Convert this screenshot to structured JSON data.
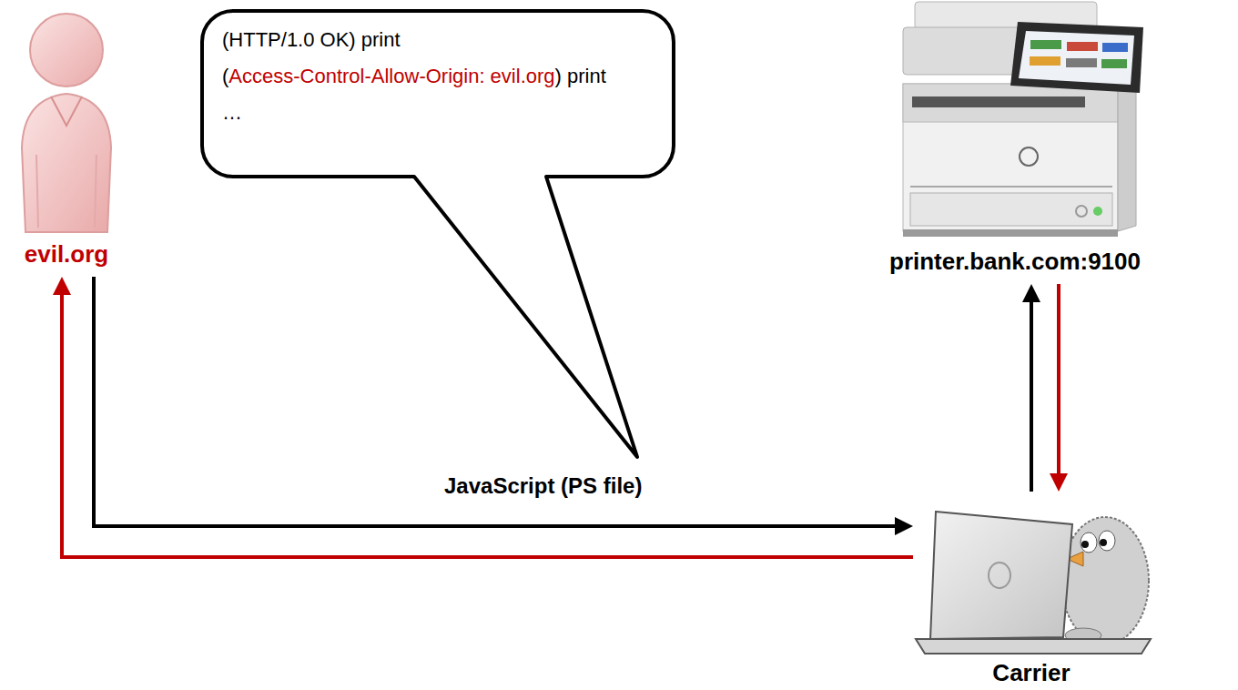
{
  "diagram": {
    "nodes": [
      {
        "text": [
          "evil.org"
        ]
      },
      {
        "text": [
          "(HTTP/1.0 OK) print",
          "(",
          "Access-Control-Allow-Origin: evil.org",
          ") print",
          "…"
        ]
      },
      {
        "text": [
          "printer.bank.com:9100"
        ]
      },
      {
        "text": [
          "Carrier"
        ]
      }
    ],
    "edges": [
      {
        "from": 0,
        "to": 3,
        "arrow": "to",
        "label": "JavaScript (PS file)"
      },
      {
        "from": 3,
        "to": 0,
        "arrow": "to"
      },
      {
        "from": 3,
        "to": 2,
        "arrow": "to"
      },
      {
        "from": 2,
        "to": 3,
        "arrow": "to"
      }
    ]
  }
}
